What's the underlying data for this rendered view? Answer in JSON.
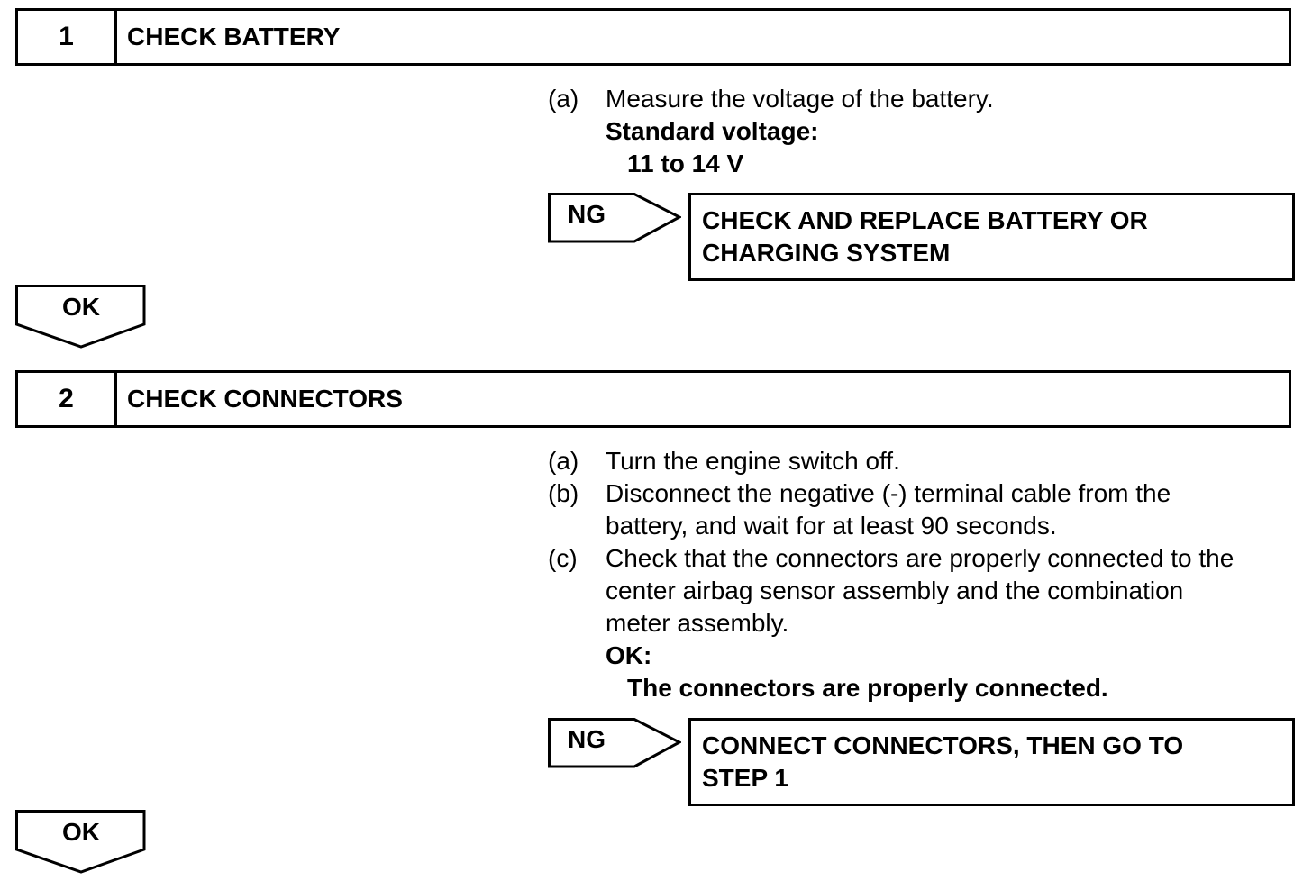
{
  "steps": [
    {
      "number": "1",
      "title": "CHECK BATTERY",
      "instructions": [
        {
          "label": "(a)",
          "lines": [
            "Measure the voltage of the battery."
          ]
        }
      ],
      "spec": {
        "heading": "Standard voltage:",
        "value": "11 to 14 V"
      },
      "ng": {
        "label": "NG",
        "action_lines": [
          "CHECK AND REPLACE BATTERY OR",
          "CHARGING SYSTEM"
        ]
      },
      "ok_label": "OK"
    },
    {
      "number": "2",
      "title": "CHECK CONNECTORS",
      "instructions": [
        {
          "label": "(a)",
          "lines": [
            "Turn the engine switch off."
          ]
        },
        {
          "label": "(b)",
          "lines": [
            "Disconnect the negative (-) terminal cable from the",
            "battery, and wait for at least 90 seconds."
          ]
        },
        {
          "label": "(c)",
          "lines": [
            "Check that the connectors are properly connected to the",
            "center airbag sensor assembly and the combination",
            "meter assembly."
          ]
        }
      ],
      "spec": {
        "heading": "OK:",
        "value": "The connectors are properly connected."
      },
      "ng": {
        "label": "NG",
        "action_lines": [
          "CONNECT CONNECTORS, THEN GO TO",
          "STEP 1"
        ]
      },
      "ok_label": "OK"
    }
  ]
}
